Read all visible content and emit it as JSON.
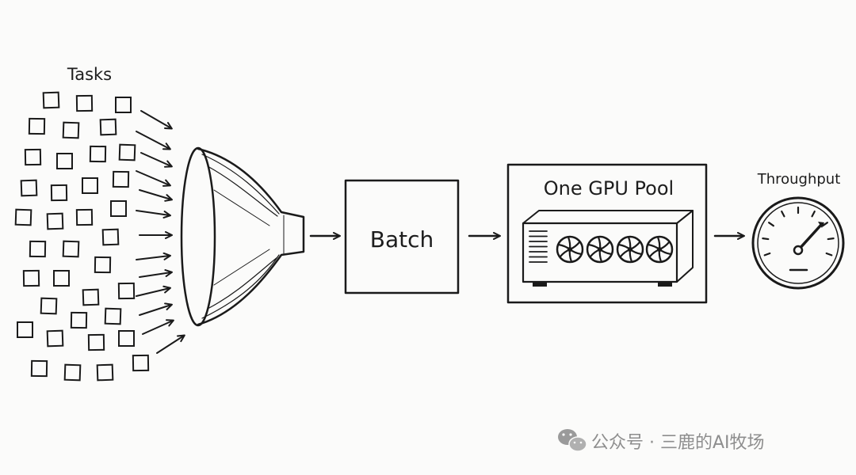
{
  "diagram": {
    "tasks_label": "Tasks",
    "batch_label": "Batch",
    "gpu_pool_label": "One GPU Pool",
    "throughput_label": "Throughput"
  },
  "watermark": {
    "text": "公众号 · 三鹿的AI牧场",
    "icon": "wechat-icon"
  },
  "colors": {
    "ink": "#1a1a1a",
    "background": "#fbfbfa",
    "watermark": "#8e8e8e"
  }
}
